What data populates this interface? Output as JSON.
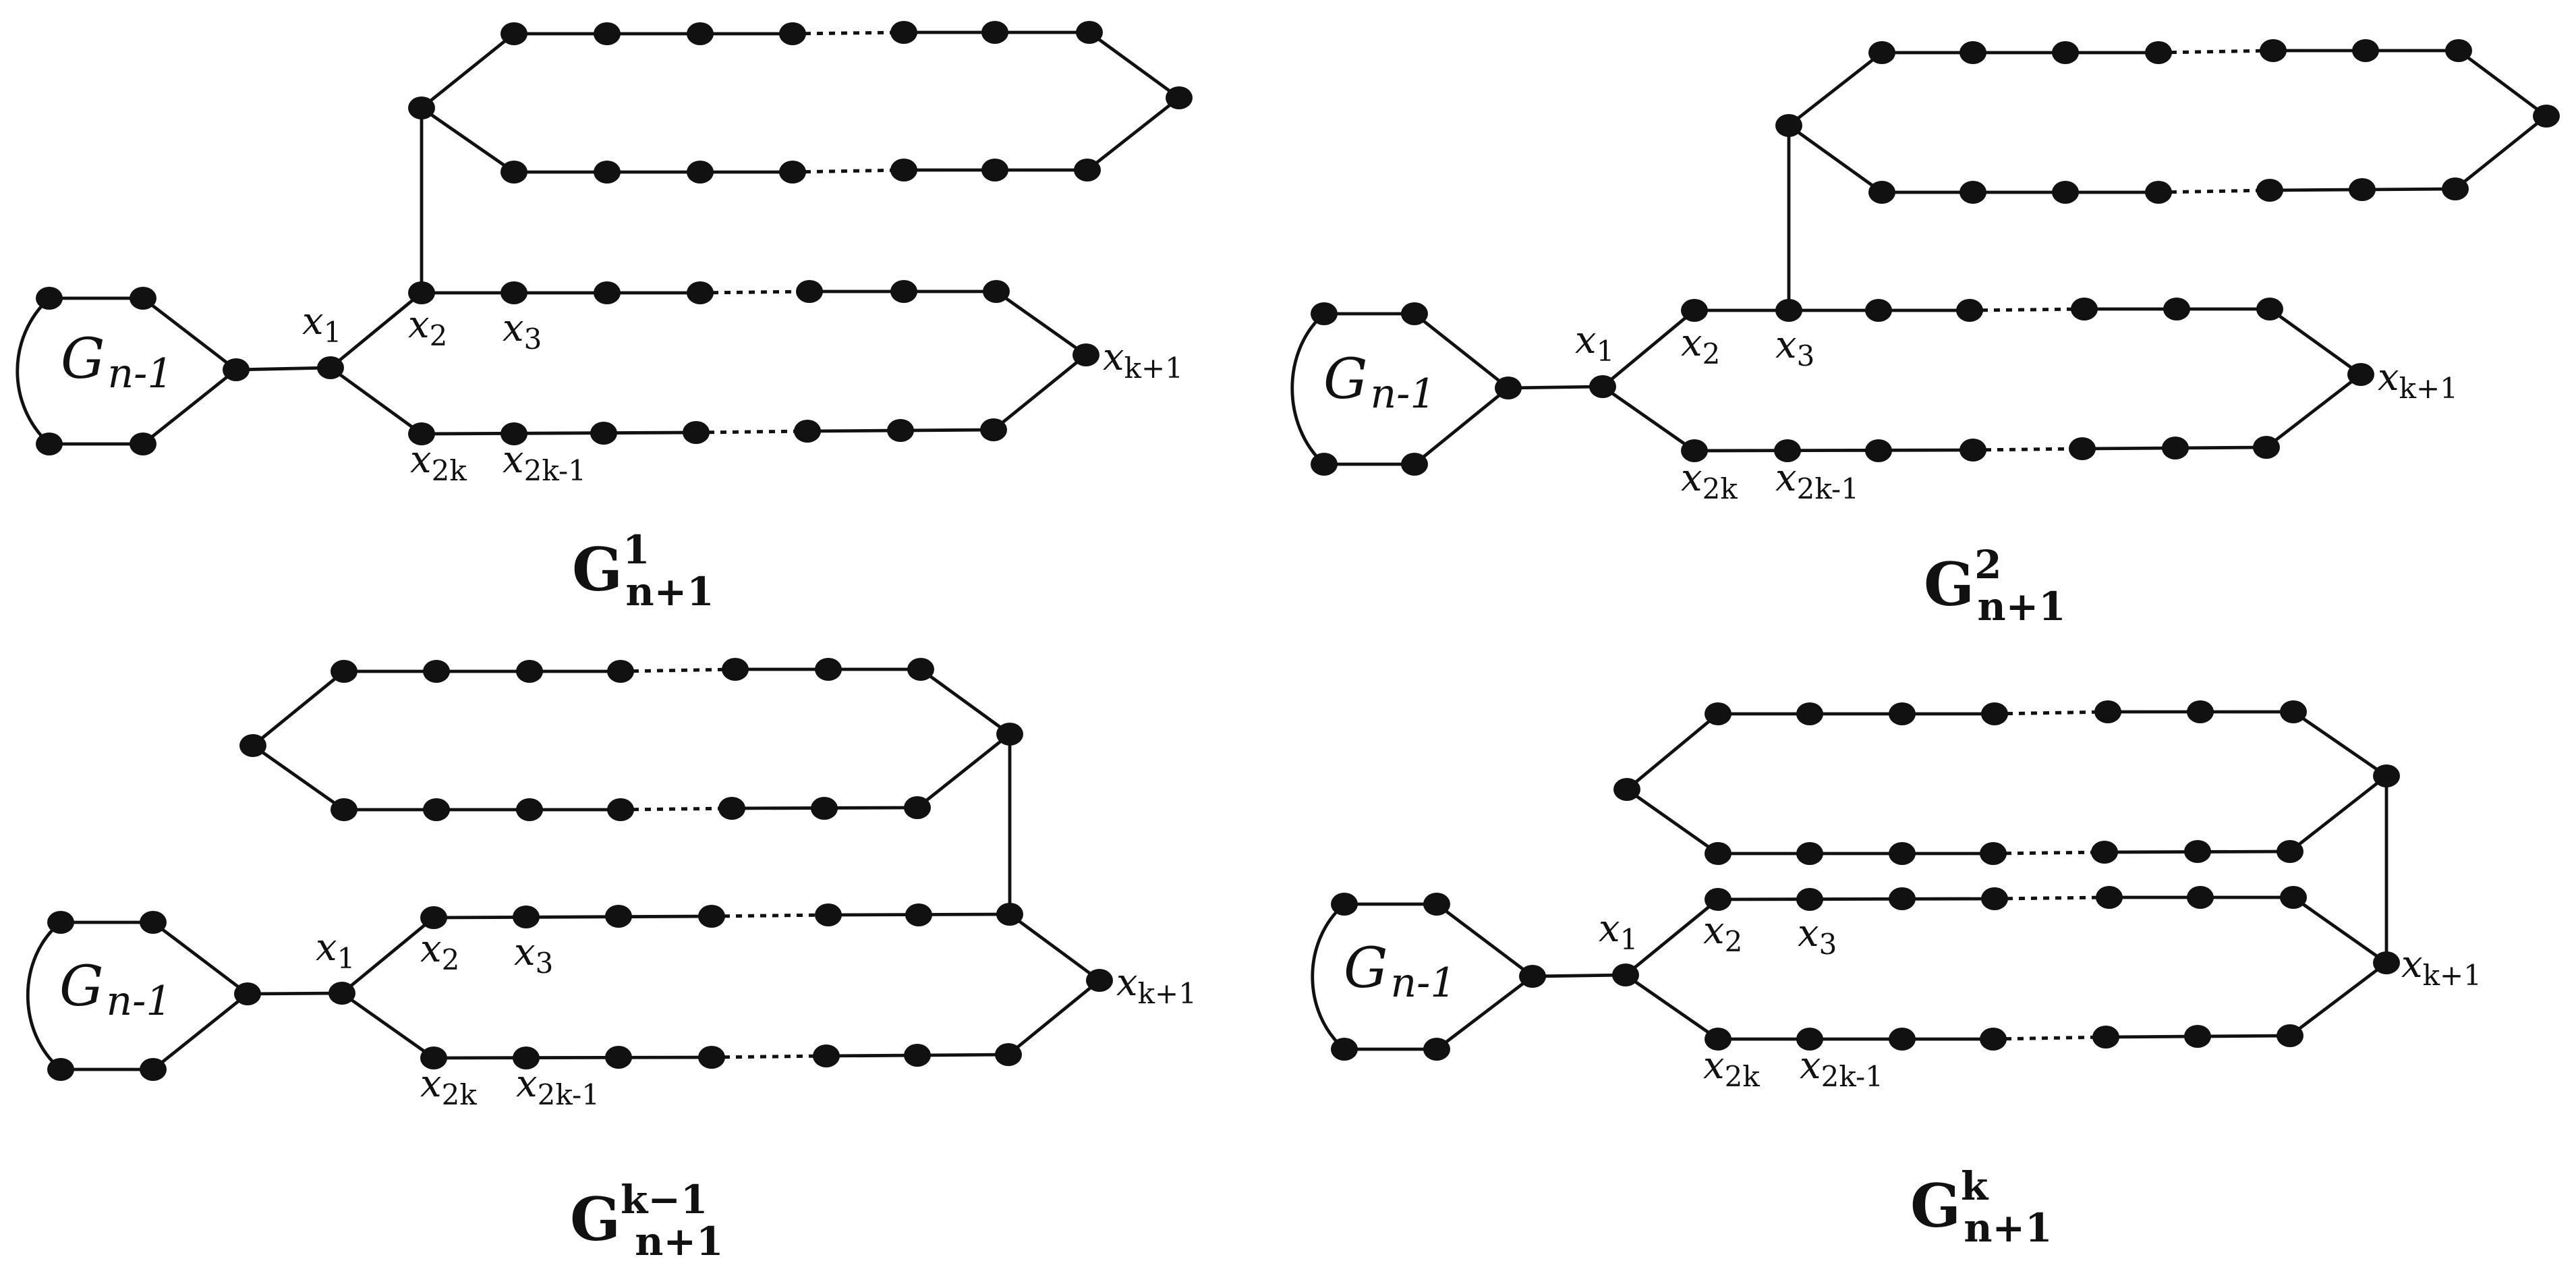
{
  "panels": [
    {
      "id": "p1",
      "blob_label": "G",
      "blob_sub": "n-1",
      "title_base": "G",
      "title_sup": "1",
      "title_sub": "n+1",
      "labels": {
        "x1": "x",
        "x1_sub": "1",
        "x2": "x",
        "x2_sub": "2",
        "x3": "x",
        "x3_sub": "3",
        "xk1": "x",
        "xk1_sub": "k+1",
        "x2k": "x",
        "x2k_sub": "2k",
        "x2k1": "x",
        "x2k1_sub": "2k-1"
      }
    },
    {
      "id": "p2",
      "blob_label": "G",
      "blob_sub": "n-1",
      "title_base": "G",
      "title_sup": "2",
      "title_sub": "n+1",
      "labels": {
        "x1": "x",
        "x1_sub": "1",
        "x2": "x",
        "x2_sub": "2",
        "x3": "x",
        "x3_sub": "3",
        "xk1": "x",
        "xk1_sub": "k+1",
        "x2k": "x",
        "x2k_sub": "2k",
        "x2k1": "x",
        "x2k1_sub": "2k-1"
      }
    },
    {
      "id": "p3",
      "blob_label": "G",
      "blob_sub": "n-1",
      "title_base": "G",
      "title_sup": "k−1",
      "title_sub": "n+1",
      "labels": {
        "x1": "x",
        "x1_sub": "1",
        "x2": "x",
        "x2_sub": "2",
        "x3": "x",
        "x3_sub": "3",
        "xk1": "x",
        "xk1_sub": "k+1",
        "x2k": "x",
        "x2k_sub": "2k",
        "x2k1": "x",
        "x2k1_sub": "2k-1"
      }
    },
    {
      "id": "p4",
      "blob_label": "G",
      "blob_sub": "n-1",
      "title_base": "G",
      "title_sup": "k",
      "title_sub": "n+1",
      "labels": {
        "x1": "x",
        "x1_sub": "1",
        "x2": "x",
        "x2_sub": "2",
        "x3": "x",
        "x3_sub": "3",
        "xk1": "x",
        "xk1_sub": "k+1",
        "x2k": "x",
        "x2k_sub": "2k",
        "x2k1": "x",
        "x2k1_sub": "2k-1"
      }
    }
  ]
}
